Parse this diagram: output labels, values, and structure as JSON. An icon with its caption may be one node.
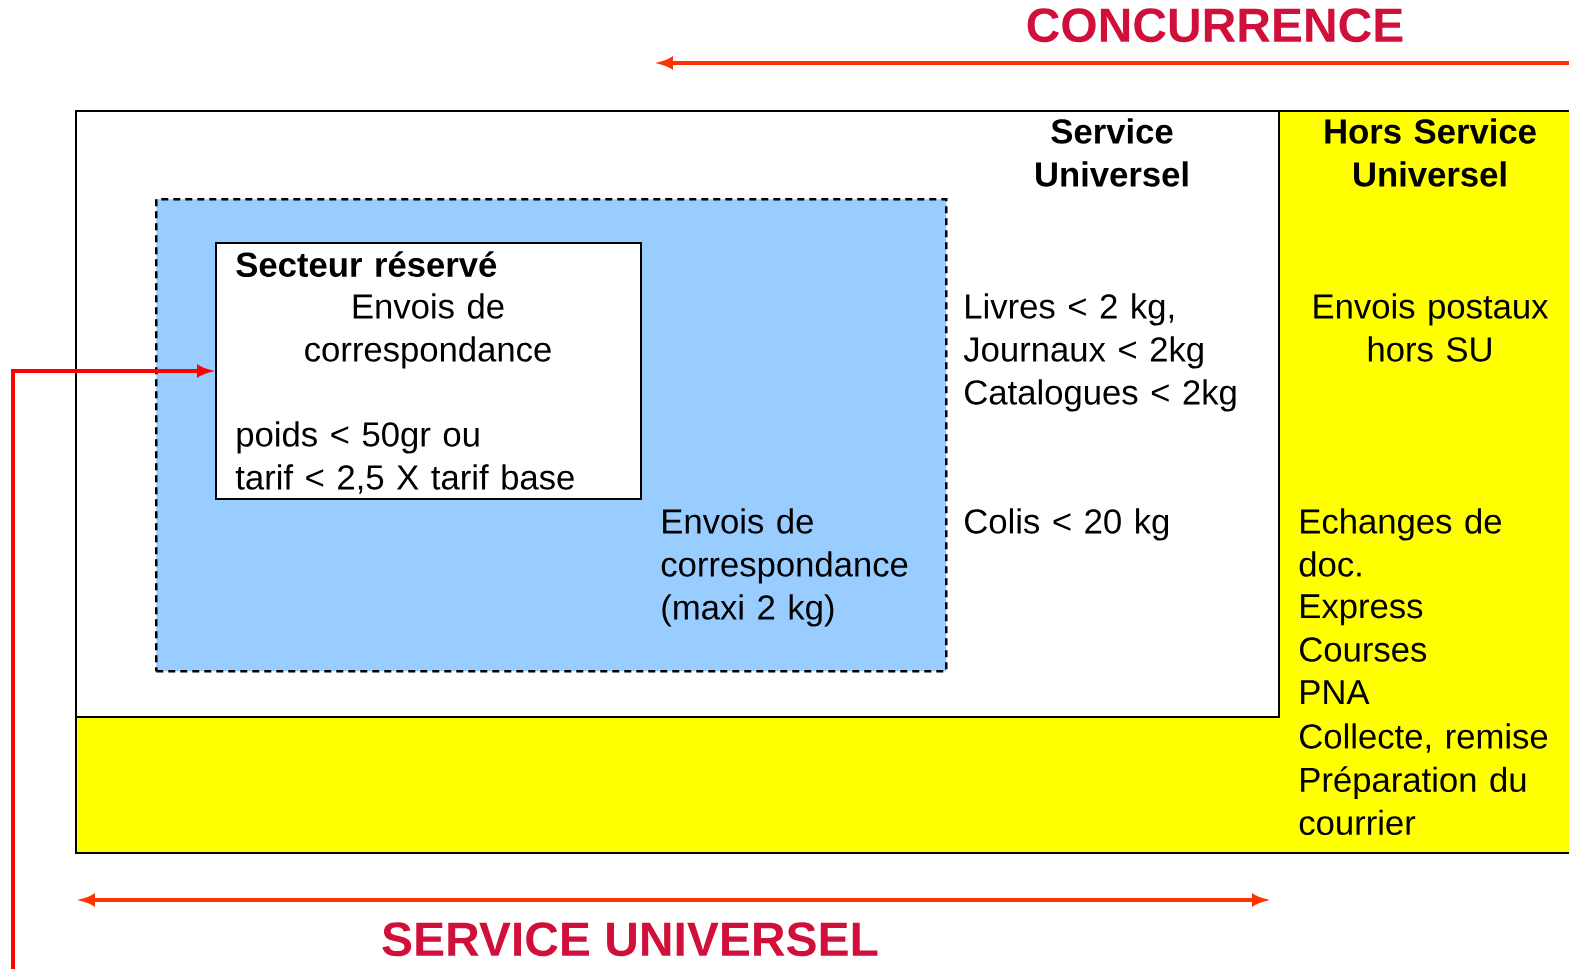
{
  "diagram": {
    "nodes": [
      {
        "text": [
          "Hors Service Universel",
          "Envois postaux hors SU",
          "Echanges de doc.",
          "Express",
          "Courses",
          "PNA",
          "Collecte, remise",
          "Préparation du courrier"
        ]
      },
      {
        "text": [
          "Service Universel",
          "Livres < 2 kg, Journaux < 2kg Catalogues < 2kg",
          "Colis < 20 kg"
        ],
        "in": 0
      },
      {
        "text": [
          "Envois de correspondance (maxi 2 kg)"
        ],
        "in": 1
      },
      {
        "text": [
          "Secteur réservé",
          "Envois de correspondance",
          "poids < 50gr ou",
          "tarif < 2,5 X tarif base"
        ],
        "in": 2
      }
    ],
    "edges": [
      {
        "from": null,
        "to": 3,
        "arrow": "to"
      }
    ],
    "labels": [
      "CONCURRENCE",
      "SERVICE UNIVERSEL"
    ]
  }
}
